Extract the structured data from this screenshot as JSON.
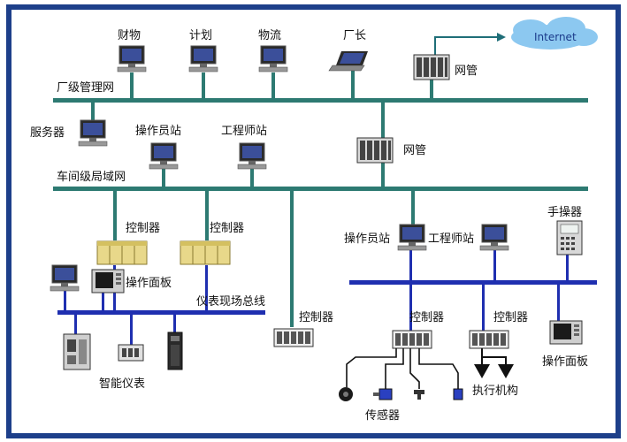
{
  "colors": {
    "frame": "#1d3f8a",
    "bus": "#2d7a72",
    "bus_blue": "#1f2fb0",
    "cloud": "#8cc8f0",
    "arrow": "#1f6e78"
  },
  "labels": {
    "finance": "财物",
    "plan": "计划",
    "logistics": "物流",
    "director": "厂长",
    "internet": "Internet",
    "gateway_top": "网管",
    "factory_net": "厂级管理网",
    "server": "服务器",
    "operator_station": "操作员站",
    "engineer_station": "工程师站",
    "gateway_mid": "网管",
    "workshop_lan": "车间级局域网",
    "controller_left": "控制器",
    "controller_mid": "控制器",
    "operator_panel_left": "操作面板",
    "fieldbus": "仪表现场总线",
    "smart_instrument": "智能仪表",
    "controller_center": "控制器",
    "hand_operator": "手操器",
    "operator_station_right": "操作员站",
    "engineer_station_right": "工程师站",
    "controller_right1": "控制器",
    "controller_right2": "控制器",
    "operator_panel_right": "操作面板",
    "sensor": "传感器",
    "actuator": "执行机构"
  },
  "icons": {
    "workstation": "desktop-computer-icon",
    "laptop": "laptop-icon",
    "rack": "network-rack-icon",
    "cloud": "cloud-icon",
    "plc": "plc-controller-icon",
    "panel": "operator-panel-icon",
    "instrument": "smart-instrument-icon",
    "sensor": "sensor-icon",
    "actuator": "valve-actuator-icon",
    "handheld": "hand-operator-icon"
  }
}
